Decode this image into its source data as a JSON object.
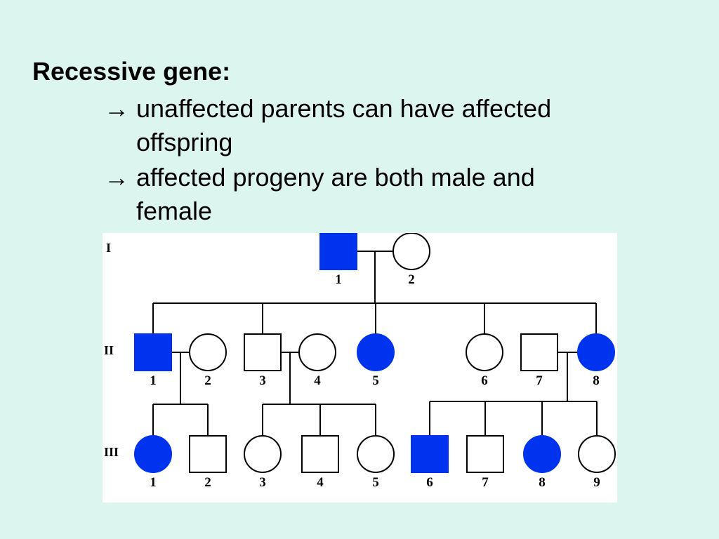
{
  "slide": {
    "title": "Recessive gene:",
    "bullets": [
      {
        "arrow": "→",
        "line1": "unaffected parents can have affected",
        "line2": "offspring"
      },
      {
        "arrow": "→",
        "line1": "affected progeny are both male and",
        "line2": "female"
      }
    ]
  },
  "pedigree": {
    "colors": {
      "affected": "#0033ee",
      "unaffected": "#ffffff",
      "line": "#000000",
      "background": "#ffffff"
    },
    "generations": [
      {
        "label": "I",
        "members": [
          {
            "id": "1",
            "sex": "male",
            "affected": true
          },
          {
            "id": "2",
            "sex": "female",
            "affected": false
          }
        ]
      },
      {
        "label": "II",
        "members": [
          {
            "id": "1",
            "sex": "male",
            "affected": true
          },
          {
            "id": "2",
            "sex": "female",
            "affected": false
          },
          {
            "id": "3",
            "sex": "male",
            "affected": false
          },
          {
            "id": "4",
            "sex": "female",
            "affected": false
          },
          {
            "id": "5",
            "sex": "female",
            "affected": true
          },
          {
            "id": "6",
            "sex": "female",
            "affected": false
          },
          {
            "id": "7",
            "sex": "male",
            "affected": false
          },
          {
            "id": "8",
            "sex": "female",
            "affected": true
          }
        ]
      },
      {
        "label": "III",
        "members": [
          {
            "id": "1",
            "sex": "female",
            "affected": true
          },
          {
            "id": "2",
            "sex": "male",
            "affected": false
          },
          {
            "id": "3",
            "sex": "female",
            "affected": false
          },
          {
            "id": "4",
            "sex": "male",
            "affected": false
          },
          {
            "id": "5",
            "sex": "female",
            "affected": false
          },
          {
            "id": "6",
            "sex": "male",
            "affected": true
          },
          {
            "id": "7",
            "sex": "male",
            "affected": false
          },
          {
            "id": "8",
            "sex": "female",
            "affected": true
          },
          {
            "id": "9",
            "sex": "female",
            "affected": false
          }
        ]
      }
    ]
  }
}
